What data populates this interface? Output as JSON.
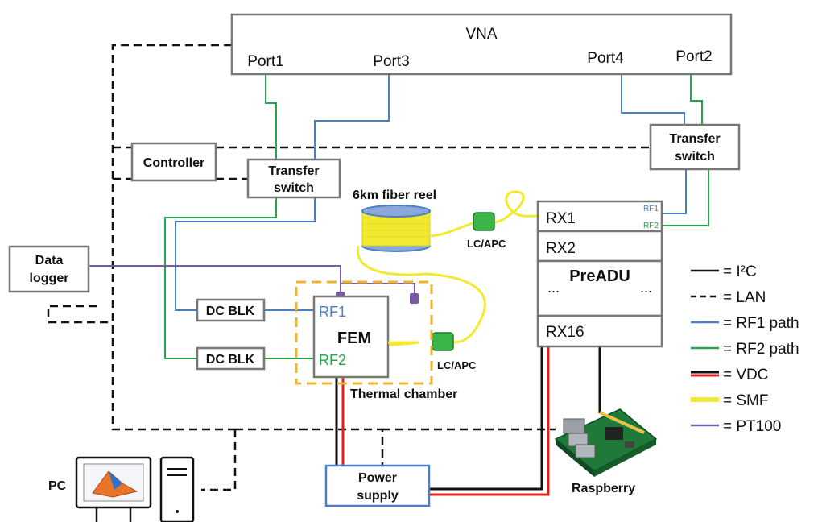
{
  "vna": {
    "title": "VNA",
    "port1": "Port1",
    "port3": "Port3",
    "port4": "Port4",
    "port2": "Port2"
  },
  "blocks": {
    "controller": "Controller",
    "transfer_switch_left_line1": "Transfer",
    "transfer_switch_left_line2": "switch",
    "transfer_switch_right_line1": "Transfer",
    "transfer_switch_right_line2": "switch",
    "data_logger_line1": "Data",
    "data_logger_line2": "logger",
    "dc_blk_top": "DC BLK",
    "dc_blk_bottom": "DC BLK",
    "fem": "FEM",
    "fem_rf1": "RF1",
    "fem_rf2": "RF2",
    "thermal_chamber": "Thermal chamber",
    "fiber_reel": "6km fiber reel",
    "lc_apc_top": "LC/APC",
    "lc_apc_bottom": "LC/APC",
    "rx1": "RX1",
    "rx1_rf1": "RF1",
    "rx1_rf2": "RF2",
    "rx2": "RX2",
    "preadu": "PreADU",
    "dots_left": "...",
    "dots_right": "...",
    "rx16": "RX16",
    "power_supply_line1": "Power",
    "power_supply_line2": "supply",
    "raspberry": "Raspberry",
    "pc": "PC"
  },
  "legend": [
    {
      "label": "= I²C",
      "color": "#111111",
      "style": "solid"
    },
    {
      "label": "= LAN",
      "color": "#111111",
      "style": "dashed"
    },
    {
      "label": "= RF1 path",
      "color": "#4a7fc1",
      "style": "solid"
    },
    {
      "label": "= RF2 path",
      "color": "#22a84a",
      "style": "solid"
    },
    {
      "label": "= VDC",
      "color": "#e02020",
      "style": "vdc"
    },
    {
      "label": "= SMF",
      "color": "#f2ea30",
      "style": "smf"
    },
    {
      "label": "= PT100",
      "color": "#7a5aa8",
      "style": "solid"
    }
  ],
  "colors": {
    "rf1": "#4a7fc1",
    "rf2": "#22a84a",
    "vdc": "#e02020",
    "smf": "#f2ea30",
    "pt100": "#7a5aa8",
    "chamber": "#f0b429",
    "box": "#777777"
  }
}
